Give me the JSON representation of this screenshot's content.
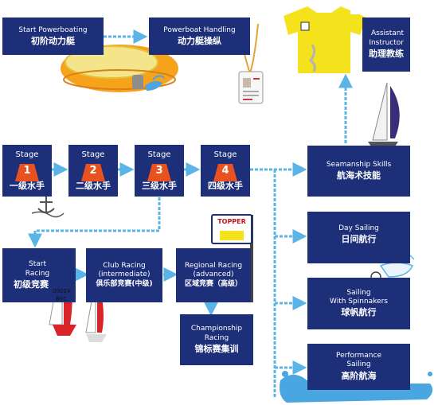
{
  "boxes": {
    "start_powerboating": {
      "en": "Start Powerboating",
      "zh": "初阶动力艇"
    },
    "powerboat_handling": {
      "en": "Powerboat Handling",
      "zh": "动力艇操纵"
    },
    "assistant_instructor": {
      "en": "Assistant\nInstructor",
      "zh": "助理教练"
    },
    "seamanship_skills": {
      "en": "Seamanship Skills",
      "zh": "航海术技能"
    },
    "day_sailing": {
      "en": "Day Sailing",
      "zh": "日间航行"
    },
    "sailing_spinnakers": {
      "en": "Sailing\nWith Spinnakers",
      "zh": "球帆航行"
    },
    "performance_sailing": {
      "en": "Performance\nSailing",
      "zh": "高阶航海"
    },
    "start_racing": {
      "en": "Start\nRacing",
      "zh": "初级竞赛"
    },
    "club_racing": {
      "en": "Club Racing\n(intermediate)",
      "zh": "俱乐部竞赛(中级)"
    },
    "regional_racing": {
      "en": "Regional Racing\n(advanced)",
      "zh": "区域竞赛（高级）"
    },
    "championship_racing": {
      "en": "Championship\nRacing",
      "zh": "锦标赛集训"
    }
  },
  "stages": [
    {
      "label": "Stage",
      "number": "1",
      "zh": "一级水手"
    },
    {
      "label": "Stage",
      "number": "2",
      "zh": "二级水手"
    },
    {
      "label": "Stage",
      "number": "3",
      "zh": "三级水手"
    },
    {
      "label": "Stage",
      "number": "4",
      "zh": "四级水手"
    }
  ],
  "illustrations": {
    "topper_sign": "TOPPER",
    "boat_sail_number": "00014",
    "boat_club": "BSC"
  },
  "colors": {
    "box_blue": "#1e2f79",
    "arrow_blue": "#5ab4e6",
    "buoy_orange": "#e8521f",
    "shirt_yellow": "#f4e31c",
    "water_blue": "#4aa6e0"
  }
}
